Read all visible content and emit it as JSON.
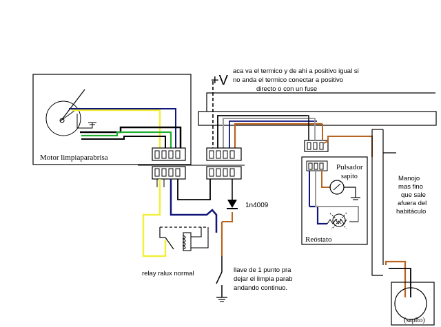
{
  "labels": {
    "supply": "+V",
    "note_line1": "aca va el termico y de ahi a positivo igual si",
    "note_line2": "no anda el termico conectar a positivo",
    "note_line3": "directo o con un fuse",
    "motor": "Motor limpiaparabrisa",
    "pulsador_line1": "Pulsador",
    "pulsador_line2": "sapito",
    "reostato": "Reóstato",
    "diode": "1n4009",
    "relay": "relay ralux normal",
    "switch_line1": "llave de 1 punto pra",
    "switch_line2": "dejar el limpia parab",
    "switch_line3": "andando continuo.",
    "manojo_line1": "Manojo",
    "manojo_line2": "mas fino",
    "manojo_line3": "que sale",
    "manojo_line4": "afuera del",
    "manojo_line5": "habitáculo",
    "sapito": "(sapito)"
  },
  "colors": {
    "black": "#000000",
    "yellow": "#f2ef3a",
    "green": "#1fae2e",
    "blue": "#10167a",
    "brown": "#b8641e",
    "gray": "#9a9a9a"
  }
}
